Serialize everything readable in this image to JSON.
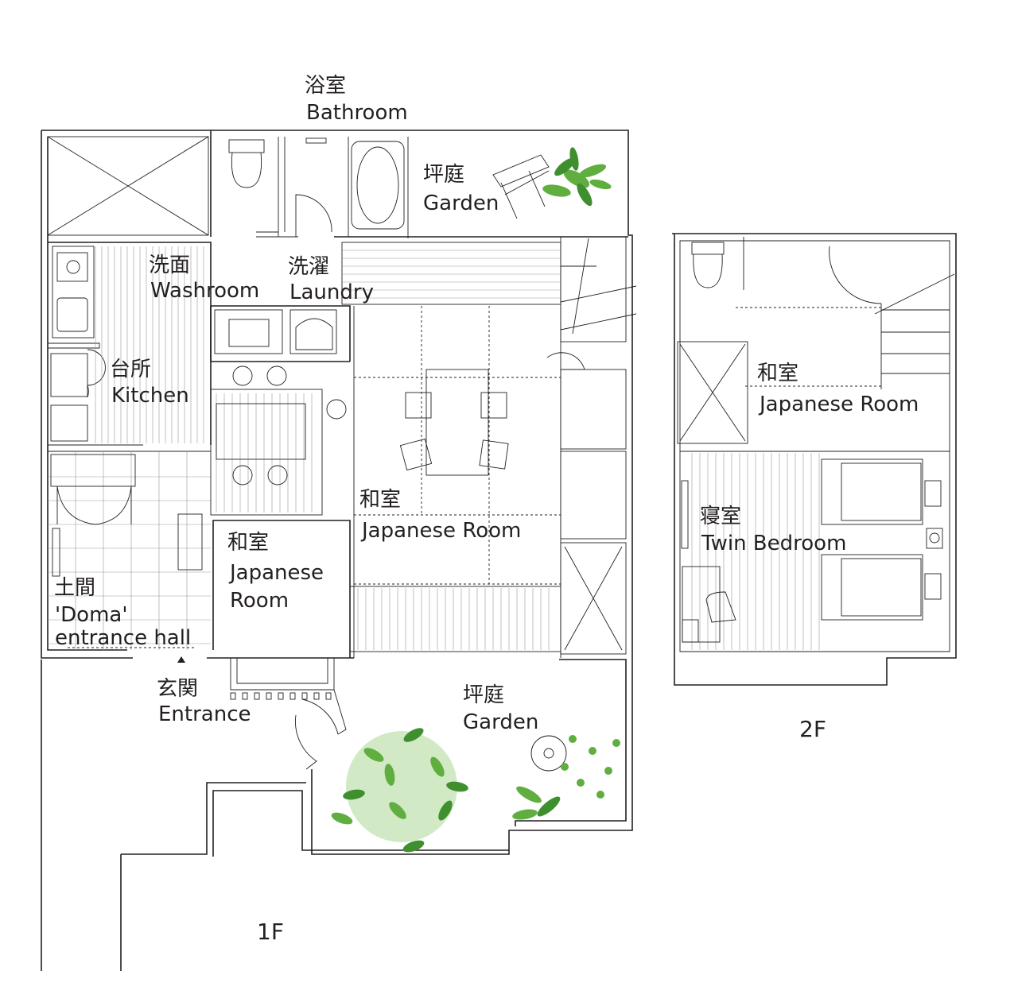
{
  "rooms_1f": {
    "bathroom": {
      "ja": "浴室",
      "en": "Bathroom"
    },
    "garden_top": {
      "ja": "坪庭",
      "en": "Garden"
    },
    "washroom": {
      "ja": "洗面",
      "en": "Washroom"
    },
    "laundry": {
      "ja": "洗濯",
      "en": "Laundry"
    },
    "kitchen": {
      "ja": "台所",
      "en": "Kitchen"
    },
    "japanese_room_main": {
      "ja": "和室",
      "en": "Japanese Room"
    },
    "japanese_room_small": {
      "ja": "和室",
      "en1": "Japanese",
      "en2": "Room"
    },
    "doma": {
      "ja": "土間",
      "en1": "'Doma'",
      "en2": "entrance hall"
    },
    "entrance": {
      "ja": "玄関",
      "en": "Entrance"
    },
    "garden_bottom": {
      "ja": "坪庭",
      "en": "Garden"
    }
  },
  "rooms_2f": {
    "japanese_room": {
      "ja": "和室",
      "en": "Japanese Room"
    },
    "bedroom": {
      "ja": "寝室",
      "en": "Twin Bedroom"
    }
  },
  "floors": {
    "first": "1F",
    "second": "2F"
  },
  "colors": {
    "wall": "#231f20",
    "plant_light": "#5fae3f",
    "plant_dark": "#3f8f2f"
  }
}
